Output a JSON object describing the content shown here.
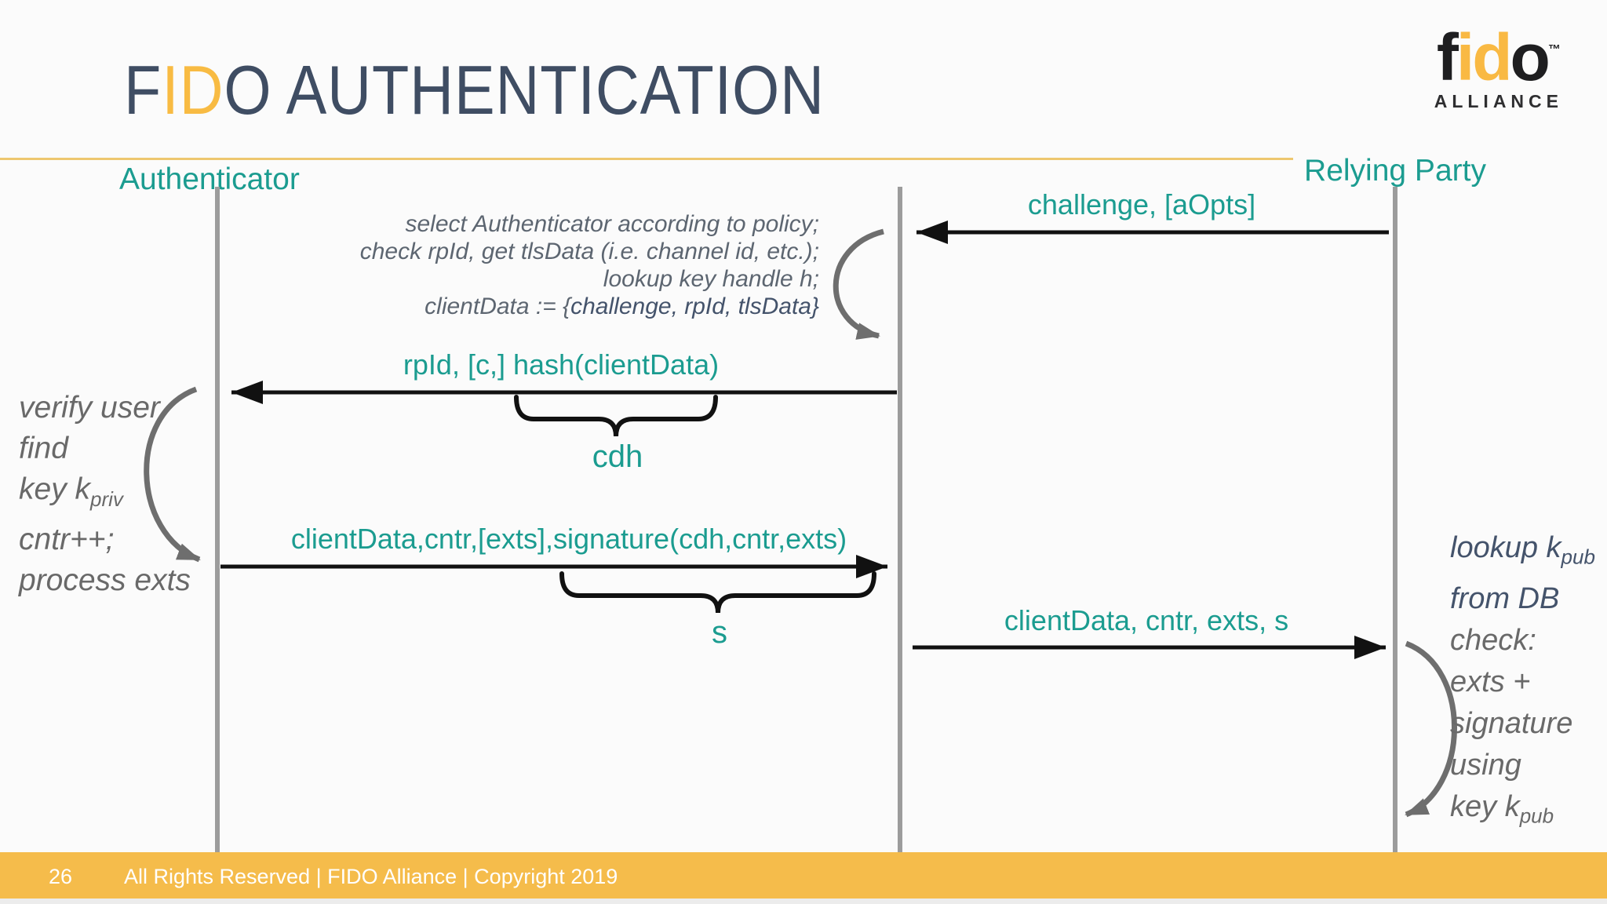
{
  "slide": {
    "title_parts": {
      "p1": "F",
      "p2": "ID",
      "p3": "O AUTHENTICATION"
    },
    "logo": {
      "black1": "f",
      "yellow": "id",
      "black2": "o",
      "tm": "™",
      "alliance": "ALLIANCE"
    },
    "footer": {
      "page_number": "26",
      "copyright": "All Rights Reserved | FIDO Alliance | Copyright 2019"
    }
  },
  "diagram": {
    "actors": {
      "authenticator": "Authenticator",
      "relying_party": "Relying Party"
    },
    "messages": {
      "challenge": "challenge, [aOpts]",
      "rpid_hash": "rpId, [c,] hash(clientData)",
      "assertion": "clientData,cntr,[exts],signature(cdh,cntr,exts)",
      "forward": "clientData, cntr, exts, s"
    },
    "braces": {
      "cdh": "cdh",
      "s": "s"
    },
    "policy_note": {
      "line1": "select Authenticator according to policy;",
      "line2": "check rpId, get tlsData (i.e. channel id, etc.);",
      "line3": "lookup key handle h;",
      "line4_prefix": "clientData := {",
      "line4_emphasis": "challenge, rpId, tlsData}"
    },
    "authenticator_note": {
      "line1": "verify user",
      "line2": "find",
      "line3_main": "key k",
      "line3_sub": "priv",
      "line4": "cntr++;",
      "line5": "process exts"
    },
    "relying_party_note": {
      "line1_main": "lookup k",
      "line1_sub": "pub",
      "line2": "from DB",
      "line3": "check:",
      "line4": "exts +",
      "line5": "signature",
      "line6": "using",
      "line7_main": "key k",
      "line7_sub": "pub"
    },
    "colors": {
      "teal": "#1B9C90",
      "navy": "#3F4D63",
      "yellow": "#F8BB43",
      "footer_bar": "#F5BC4B",
      "gray_text": "#696969",
      "lifeline": "#9C9C9C"
    }
  }
}
